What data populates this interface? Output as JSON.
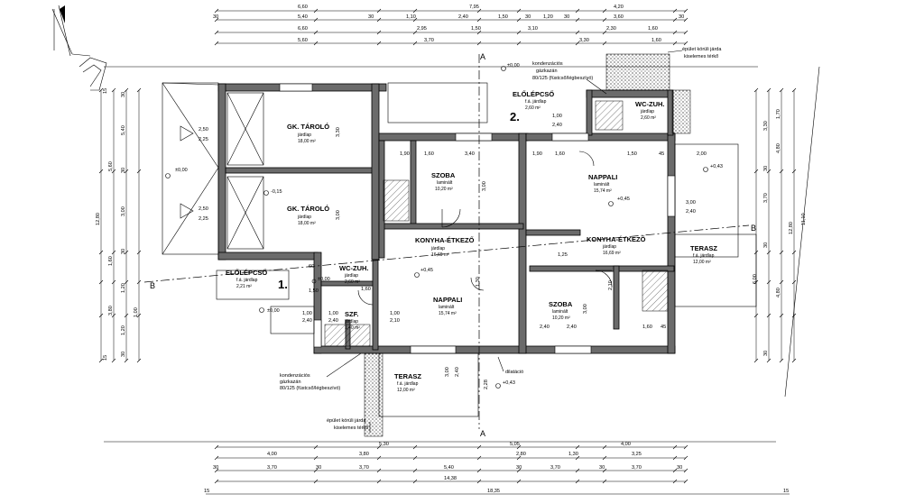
{
  "rooms": {
    "gk_tarolo_1": {
      "name": "GK. TÁROLÓ",
      "floor": "járdlap",
      "area": "18,00 m²"
    },
    "gk_tarolo_2": {
      "name": "GK. TÁROLÓ",
      "floor": "járdlap",
      "area": "18,00 m²"
    },
    "elolepcso_1": {
      "name": "ELŐLÉPCSŐ",
      "floor": "f.á. járdlap",
      "area": "2,21 m²"
    },
    "wc_zuh_1": {
      "name": "WC-ZUH.",
      "floor": "járdlap",
      "area": "2,60 m²"
    },
    "szf": {
      "name": "SZF.",
      "floor": "járdlap",
      "area": "1,40 m²"
    },
    "szoba_1": {
      "name": "SZOBA",
      "floor": "laminált",
      "area": "10,20 m²"
    },
    "konyha_1": {
      "name": "KONYHA-ÉTKEZŐ",
      "floor": "járdlap",
      "area": "16,69 m²"
    },
    "nappali_1": {
      "name": "NAPPALI",
      "floor": "laminált",
      "area": "15,74 m²"
    },
    "terasz_1": {
      "name": "TERASZ",
      "floor": "f.á. járdlap",
      "area": "12,00 m²"
    },
    "elolepcso_2": {
      "name": "ELŐLÉPCSŐ",
      "floor": "f.á. járdlap",
      "area": "2,60 m²"
    },
    "wc_zuh_2": {
      "name": "WC-ZUH.",
      "floor": "járdlap",
      "area": "2,60 m²"
    },
    "nappali_2": {
      "name": "NAPPALI",
      "floor": "laminált",
      "area": "15,74 m²"
    },
    "konyha_2": {
      "name": "KONYHA-ÉTKEZŐ",
      "floor": "járdlap",
      "area": "16,69 m²"
    },
    "terasz_2": {
      "name": "TERASZ",
      "floor": "f.á. járdlap",
      "area": "12,00 m²"
    },
    "szoba_2": {
      "name": "SZOBA",
      "floor": "laminált",
      "area": "10,20 m²"
    }
  },
  "unit_labels": {
    "unit_1": "1.",
    "unit_2": "2."
  },
  "section_labels": {
    "a_top": "A",
    "a_bottom": "A",
    "b_left": "B",
    "b_right": "B"
  },
  "notes": {
    "gas_boiler_bottom": [
      "kondenzációs",
      "gázkazán",
      "80/125 (füstcső/légbeszívó)"
    ],
    "gas_boiler_top": [
      "kondenzációs",
      "gázkazán",
      "80/125 (füstcső/légbeszívó)"
    ],
    "walkway_bottom": [
      "épület körüli járda",
      "kiselemes térkő"
    ],
    "walkway_top": [
      "épület körüli járda",
      "kiselemes térkő"
    ],
    "dilatation": "dilatáció"
  },
  "levels": {
    "zero_left": "±0,00",
    "zero_ground": "±0,00",
    "minus_015": "-0,15",
    "plus_045_a": "+0,45",
    "plus_045_b": "+0,45",
    "plus_043_a": "+0,43",
    "plus_043_b": "+0,43",
    "zero_top": "±0,00",
    "zero_entry": "±0,00"
  },
  "dims_top": {
    "row1": [
      "6,60",
      "7,95",
      "4,20"
    ],
    "row2": [
      "30",
      "5,40",
      "30",
      "1,10",
      "2,40",
      "1,50",
      "30",
      "1,20",
      "30",
      "3,60",
      "30"
    ],
    "row3": [
      "6,60",
      "2,95",
      "1,50",
      "3,10",
      "2,30",
      "1,60"
    ],
    "row4": [
      "5,60",
      "3,70",
      "3,30",
      "1,60"
    ]
  },
  "dims_bottom": {
    "row1": [
      "5,30",
      "5,05",
      "4,00"
    ],
    "row2": [
      "4,00",
      "3,80",
      "2,80",
      "1,30",
      "3,25"
    ],
    "row3": [
      "30",
      "3,70",
      "30",
      "3,70",
      "5,40",
      "30",
      "3,70",
      "30",
      "3,70",
      "30"
    ],
    "row4": [
      "14,38"
    ],
    "row5": [
      "15",
      "18,35",
      "15"
    ]
  },
  "dims_left": {
    "total": [
      "12,80"
    ],
    "mid": [
      "5,60",
      "1,60",
      "3,80"
    ],
    "detail": [
      "30",
      "5,40",
      "30",
      "3,00",
      "30",
      "1,20",
      "1,00",
      "1,20",
      "30"
    ],
    "edge": [
      "15",
      "15"
    ]
  },
  "dims_right": {
    "total": [
      "11,10",
      "12,80"
    ],
    "mid": [
      "4,80",
      "6,00"
    ],
    "detail": [
      "3,30",
      "1,70",
      "30",
      "3,70",
      "30",
      "4,80",
      "30"
    ]
  },
  "room_dims": {
    "garage_top": [
      "2,50",
      "2,25"
    ],
    "garage_bot": [
      "2,50",
      "2,25"
    ],
    "g_h1": "3,30",
    "g_h2": "3,00",
    "szoba1": [
      "1,90",
      "1,60",
      "3,40",
      "3,00"
    ],
    "entry": [
      "60",
      "1,50",
      "1,00",
      "2,40",
      "1,00",
      "2,10",
      "1,60"
    ],
    "konyha1": [
      "1,30",
      "1,25"
    ],
    "top_right": [
      "1,90",
      "1,60",
      "45",
      "2,00",
      "1,50",
      "3,00",
      "2,40"
    ],
    "szoba2": [
      "2,40",
      "3,00",
      "2,40",
      "1,60",
      "45"
    ],
    "stair2": [
      "1,00",
      "2,40",
      "2,10",
      "1,00",
      "2,40"
    ],
    "terasz": [
      "3,00",
      "2,40",
      "2,28"
    ]
  },
  "colors": {
    "wall": "#6b6b6b",
    "line": "#000000",
    "background": "#ffffff"
  }
}
